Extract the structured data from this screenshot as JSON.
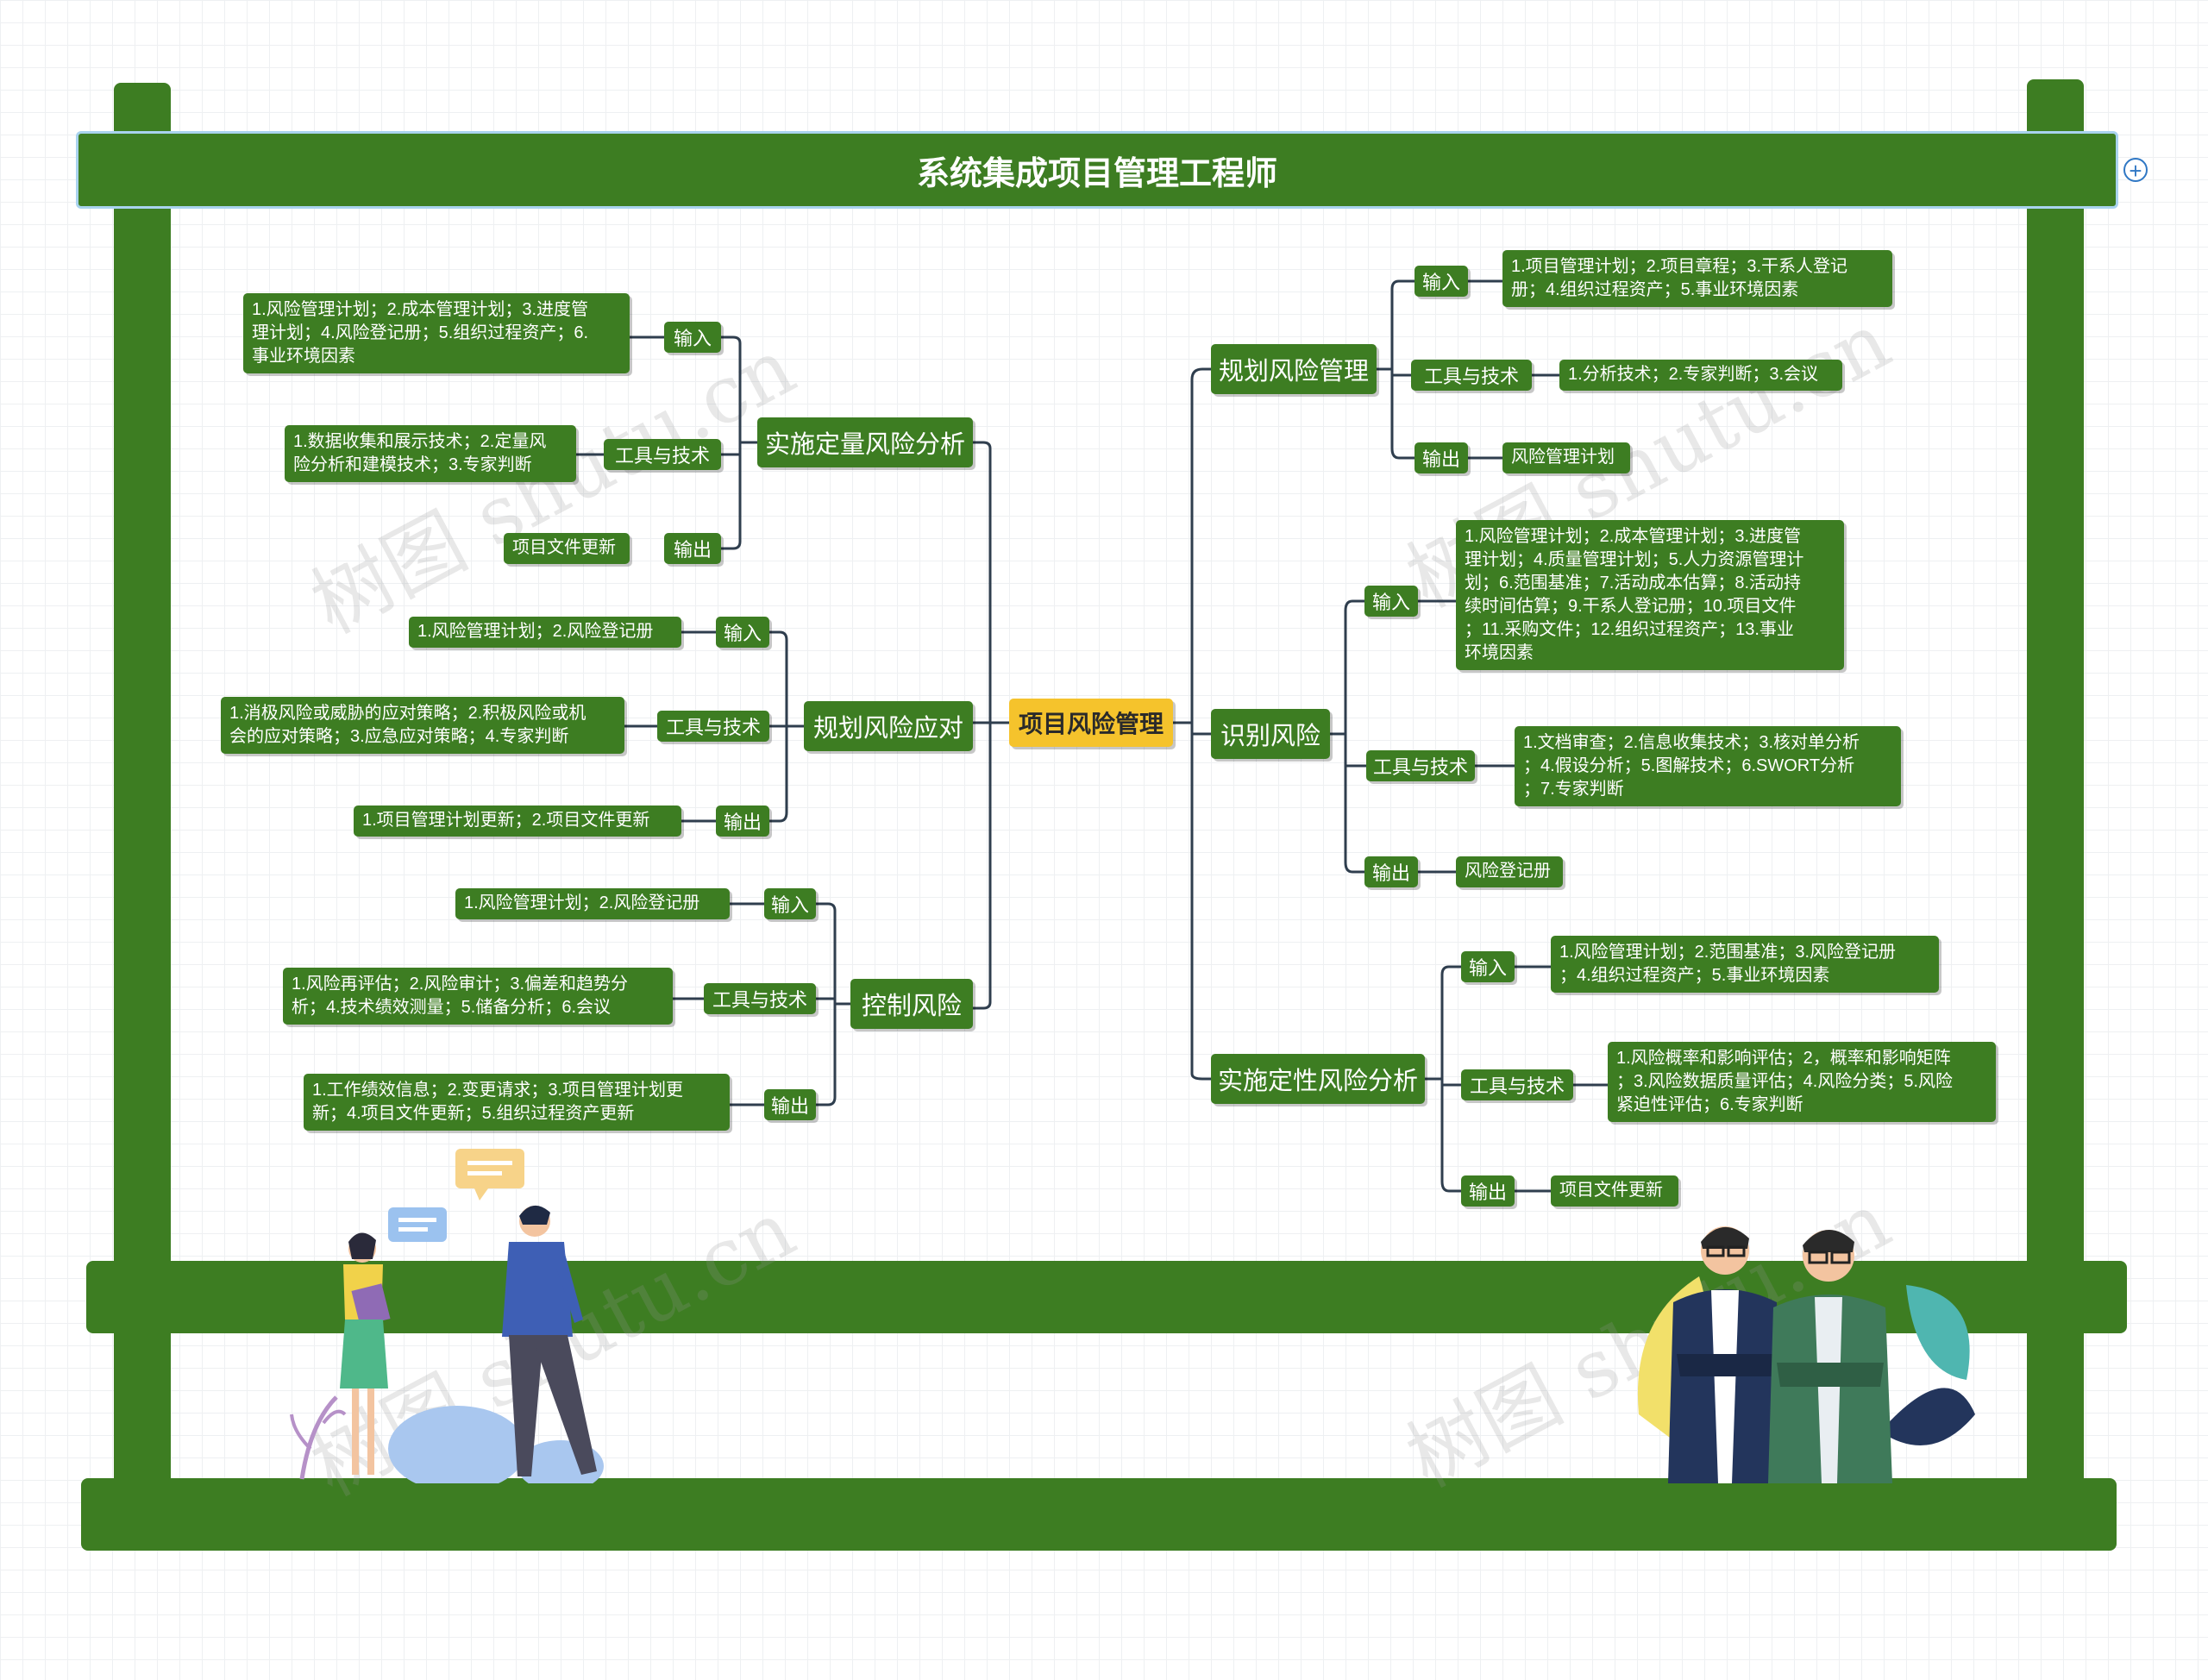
{
  "header": {
    "title": "系统集成项目管理工程师"
  },
  "watermark": "树图 shutu.cn",
  "mindmap": {
    "root": "项目风险管理",
    "left": [
      {
        "label": "实施定量风险分析",
        "children": [
          {
            "cat": "输入",
            "leaf": [
              "1.风险管理计划；2.成本管理计划；3.进度管",
              "理计划；4.风险登记册；5.组织过程资产；6.",
              "事业环境因素"
            ]
          },
          {
            "cat": "工具与技术",
            "leaf": [
              "1.数据收集和展示技术；2.定量风",
              "险分析和建模技术；3.专家判断"
            ]
          },
          {
            "cat": "输出",
            "leaf": [
              "项目文件更新"
            ]
          }
        ]
      },
      {
        "label": "规划风险应对",
        "children": [
          {
            "cat": "输入",
            "leaf": [
              "1.风险管理计划；2.风险登记册"
            ]
          },
          {
            "cat": "工具与技术",
            "leaf": [
              "1.消极风险或威胁的应对策略；2.积极风险或机",
              "会的应对策略；3.应急应对策略；4.专家判断"
            ]
          },
          {
            "cat": "输出",
            "leaf": [
              "1.项目管理计划更新；2.项目文件更新"
            ]
          }
        ]
      },
      {
        "label": "控制风险",
        "children": [
          {
            "cat": "输入",
            "leaf": [
              "1.风险管理计划；2.风险登记册"
            ]
          },
          {
            "cat": "工具与技术",
            "leaf": [
              "1.风险再评估；2.风险审计；3.偏差和趋势分",
              "析；4.技术绩效测量；5.储备分析；6.会议"
            ]
          },
          {
            "cat": "输出",
            "leaf": [
              "1.工作绩效信息；2.变更请求；3.项目管理计划更",
              "新；4.项目文件更新；5.组织过程资产更新"
            ]
          }
        ]
      }
    ],
    "right": [
      {
        "label": "规划风险管理",
        "children": [
          {
            "cat": "输入",
            "leaf": [
              "1.项目管理计划；2.项目章程；3.干系人登记",
              "册；4.组织过程资产；5.事业环境因素"
            ]
          },
          {
            "cat": "工具与技术",
            "leaf": [
              "1.分析技术；2.专家判断；3.会议"
            ]
          },
          {
            "cat": "输出",
            "leaf": [
              "风险管理计划"
            ]
          }
        ]
      },
      {
        "label": "识别风险",
        "children": [
          {
            "cat": "输入",
            "leaf": [
              "1.风险管理计划；2.成本管理计划；3.进度管",
              "理计划；4.质量管理计划；5.人力资源管理计",
              "划；6.范围基准；7.活动成本估算；8.活动持",
              "续时间估算；9.干系人登记册；10.项目文件",
              "；11.采购文件；12.组织过程资产；13.事业",
              "环境因素"
            ]
          },
          {
            "cat": "工具与技术",
            "leaf": [
              "1.文档审查；2.信息收集技术；3.核对单分析",
              "；4.假设分析；5.图解技术；6.SWORT分析",
              "；7.专家判断"
            ]
          },
          {
            "cat": "输出",
            "leaf": [
              "风险登记册"
            ]
          }
        ]
      },
      {
        "label": "实施定性风险分析",
        "children": [
          {
            "cat": "输入",
            "leaf": [
              "1.风险管理计划；2.范围基准；3.风险登记册",
              "；4.组织过程资产；5.事业环境因素"
            ]
          },
          {
            "cat": "工具与技术",
            "leaf": [
              "1.风险概率和影响评估；2，概率和影响矩阵",
              "；3.风险数据质量评估；4.风险分类；5.风险",
              "紧迫性评估；6.专家判断"
            ]
          },
          {
            "cat": "输出",
            "leaf": [
              "项目文件更新"
            ]
          }
        ]
      }
    ]
  }
}
